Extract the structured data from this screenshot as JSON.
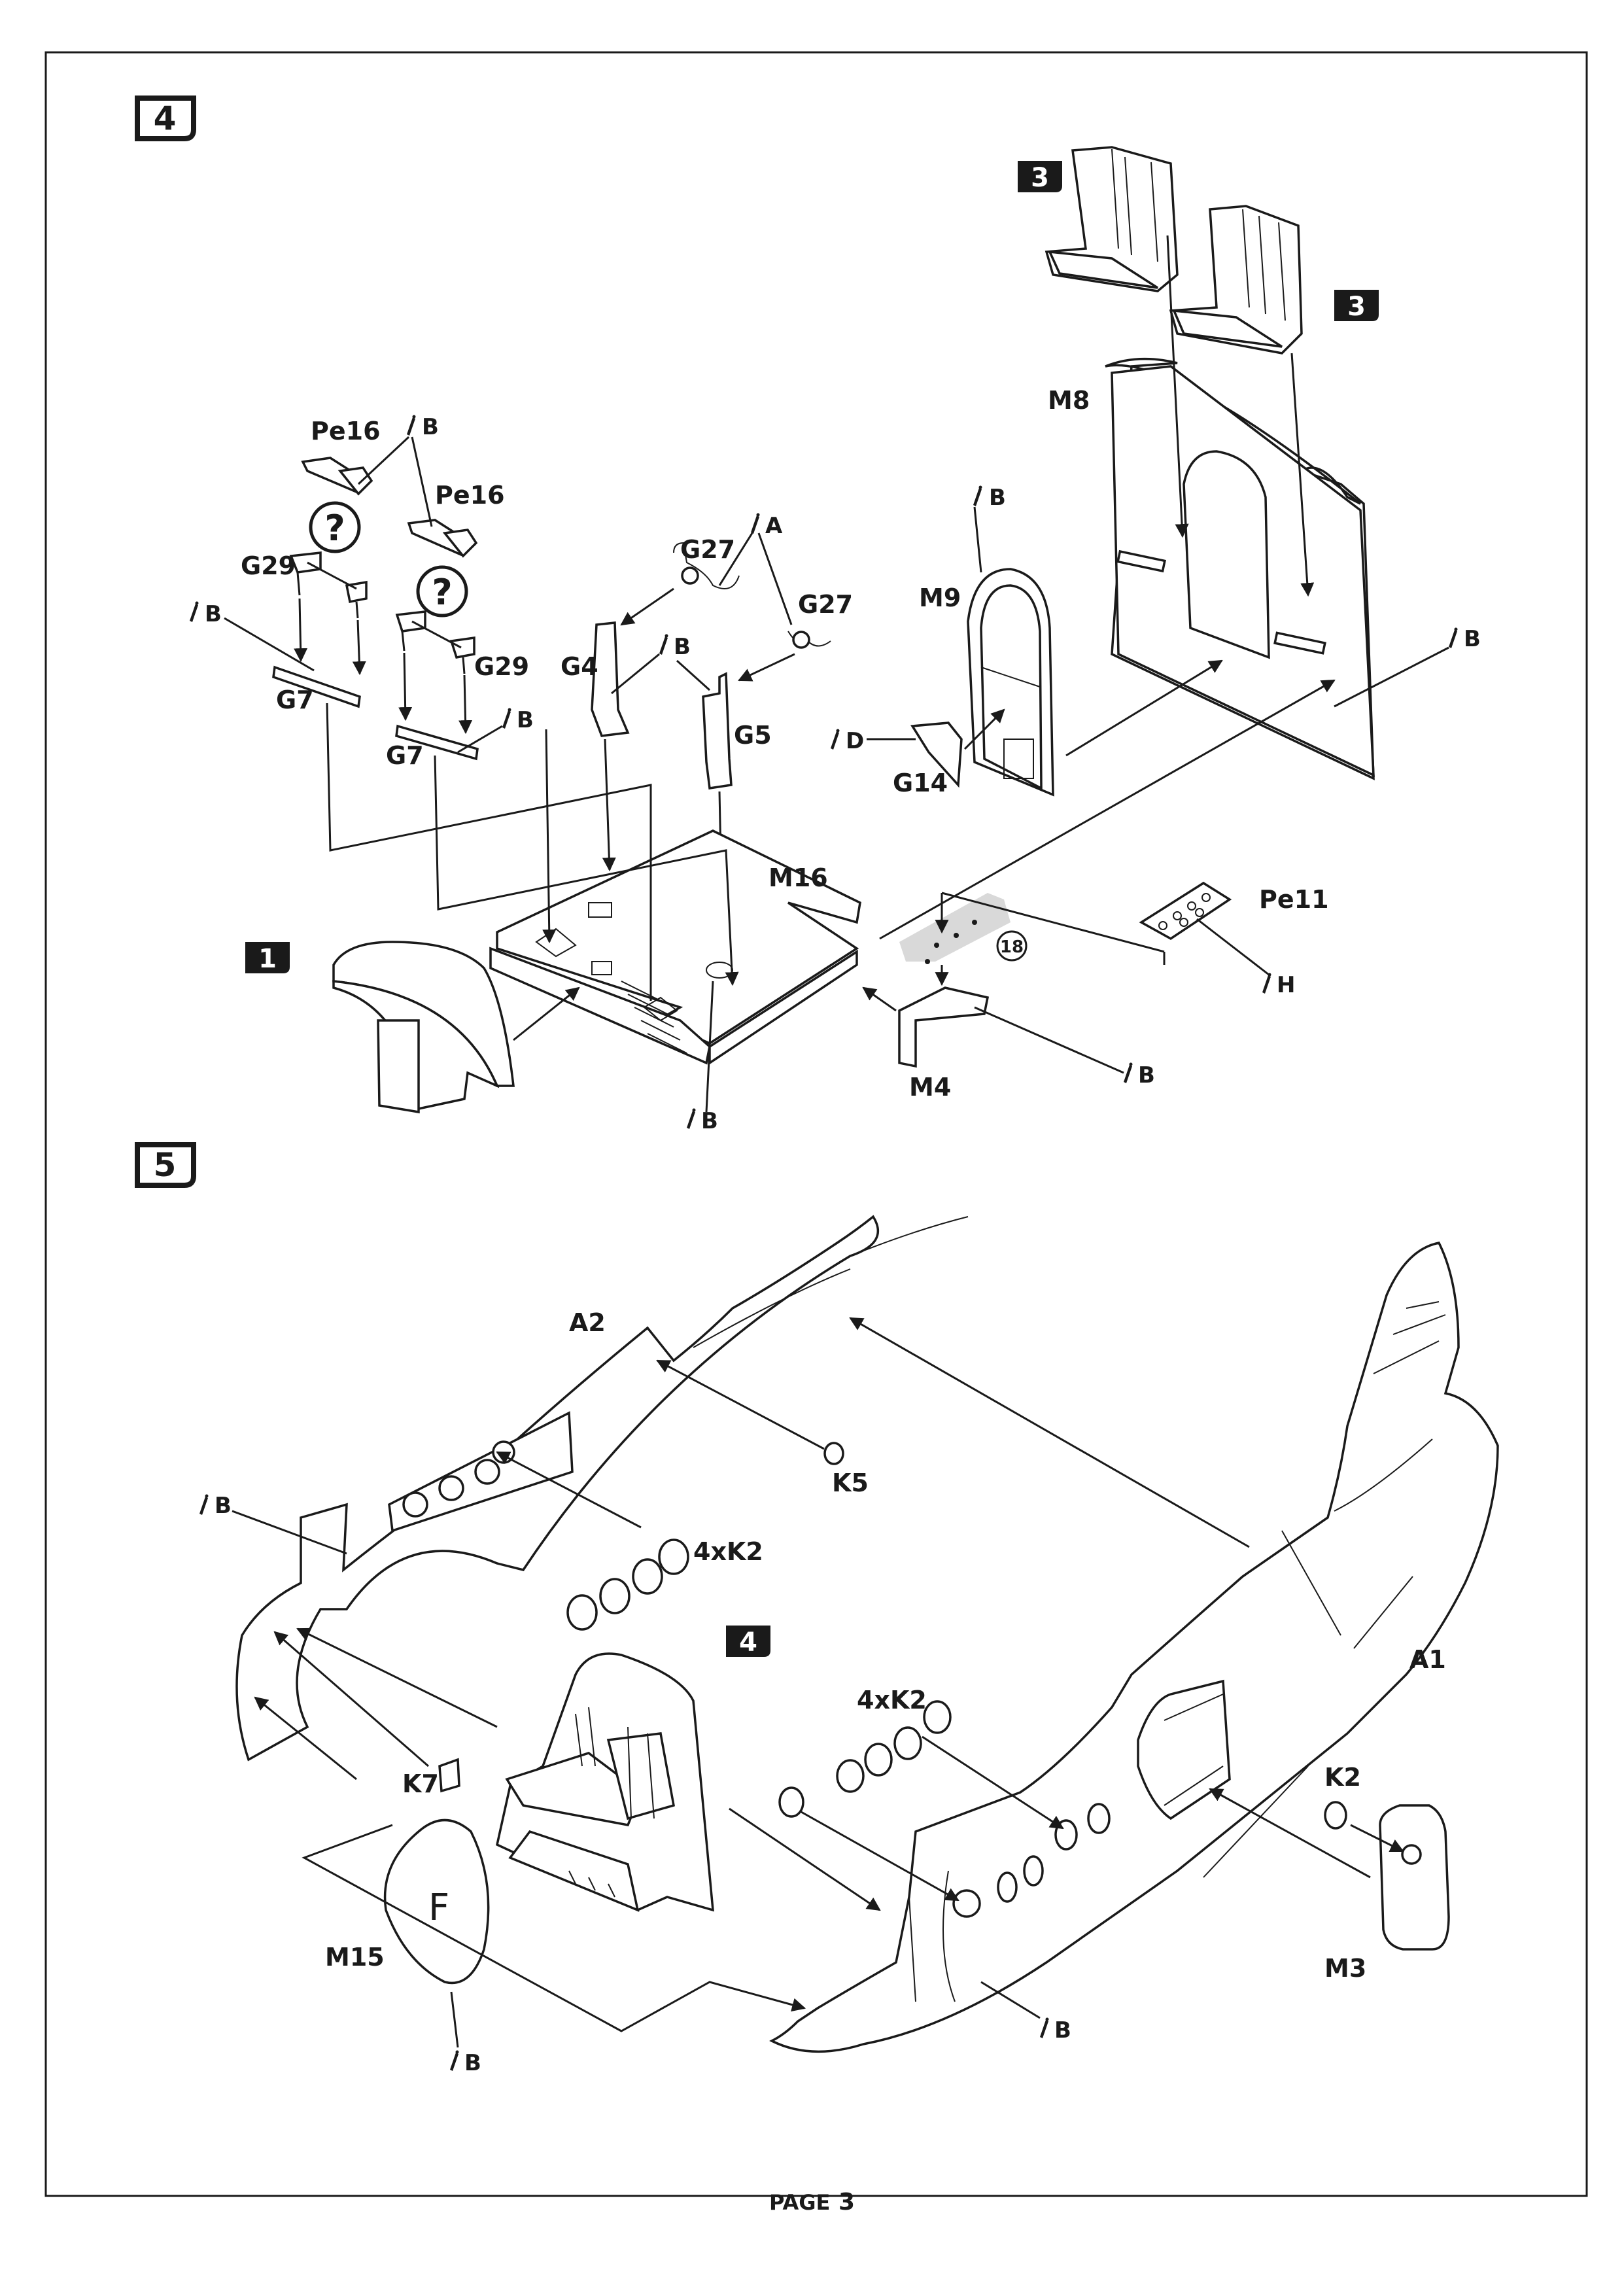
{
  "steps": {
    "step4": "4",
    "step5": "5"
  },
  "refs": {
    "ref3a": "3",
    "ref3b": "3",
    "ref1": "1",
    "ref4": "4"
  },
  "callout_18": "18",
  "unknown_mark": "?",
  "step4_labels": {
    "pe16_left": "Pe16",
    "pe16_right": "Pe16",
    "g29_left": "G29",
    "g29_right": "G29",
    "g7_left": "G7",
    "g7_right": "G7",
    "g27_left": "G27",
    "g27_right": "G27",
    "g4": "G4",
    "g5": "G5",
    "m8": "M8",
    "m9": "M9",
    "g14": "G14",
    "m16": "M16",
    "m4": "M4",
    "pe11": "Pe11"
  },
  "step5_labels": {
    "a2": "A2",
    "a1": "A1",
    "k5": "K5",
    "k2_top": "4xK2",
    "k2_mid": "4xK2",
    "k2": "K2",
    "k7": "K7",
    "m15": "M15",
    "m3": "M3",
    "m15_mark": "F"
  },
  "paint_codes": {
    "pe16_b": "B",
    "g29_b": "B",
    "g7_b": "B",
    "g27_a": "A",
    "g4_b": "B",
    "m9_b": "B",
    "g14_d": "D",
    "m8_b": "B",
    "pe11_h": "H",
    "m4_b": "B",
    "m16_b": "B",
    "a2_b": "B",
    "m15_b": "B",
    "a1_b": "B"
  },
  "footer": {
    "page_word": "PAGE",
    "page_number": "3"
  },
  "colors": {
    "ink": "#1a1a1a",
    "paper": "#ffffff",
    "photo_etch_tint": "#d9d9d9"
  }
}
